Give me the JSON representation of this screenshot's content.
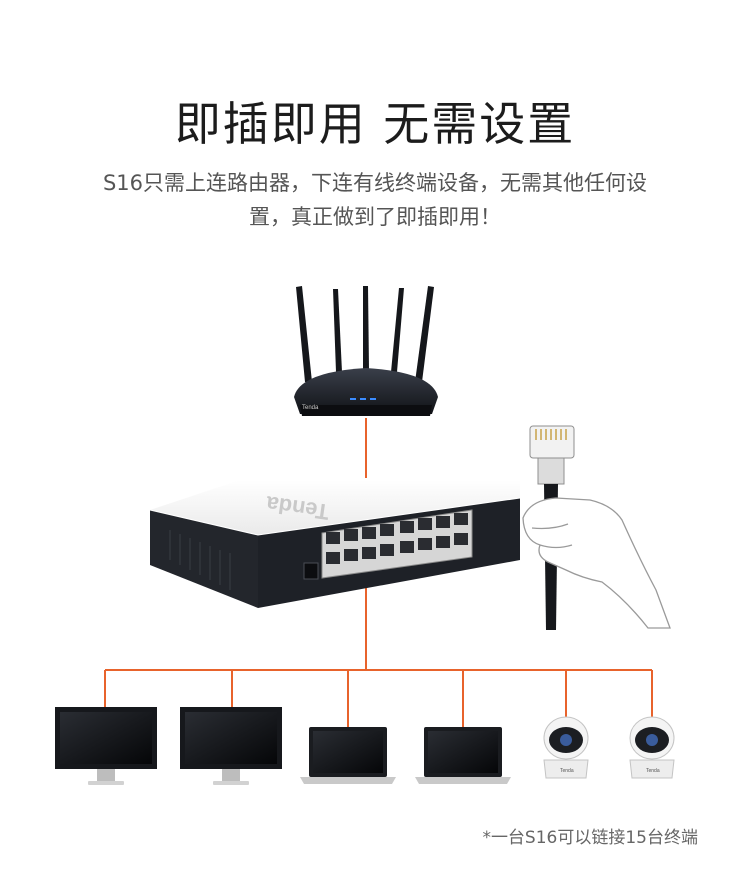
{
  "headline": "即插即用 无需设置",
  "description_line1": "S16只需上连路由器，下连有线终端设备，无需其他任何设",
  "description_line2": "置，真正做到了即插即用！",
  "router": {
    "brand": "Tenda"
  },
  "switch": {
    "brand": "Tenda"
  },
  "camera_brand": "Tenda",
  "footnote": "*一台S16可以链接15台终端",
  "colors": {
    "cable": "#e8632c",
    "device_dark": "#1a1d24",
    "switch_body": "#f4f4f4"
  },
  "devices": [
    {
      "type": "monitor",
      "icon": "desktop-monitor-icon"
    },
    {
      "type": "monitor",
      "icon": "desktop-monitor-icon"
    },
    {
      "type": "laptop",
      "icon": "laptop-icon"
    },
    {
      "type": "laptop",
      "icon": "laptop-icon"
    },
    {
      "type": "camera",
      "icon": "ip-camera-icon"
    },
    {
      "type": "camera",
      "icon": "ip-camera-icon"
    }
  ]
}
